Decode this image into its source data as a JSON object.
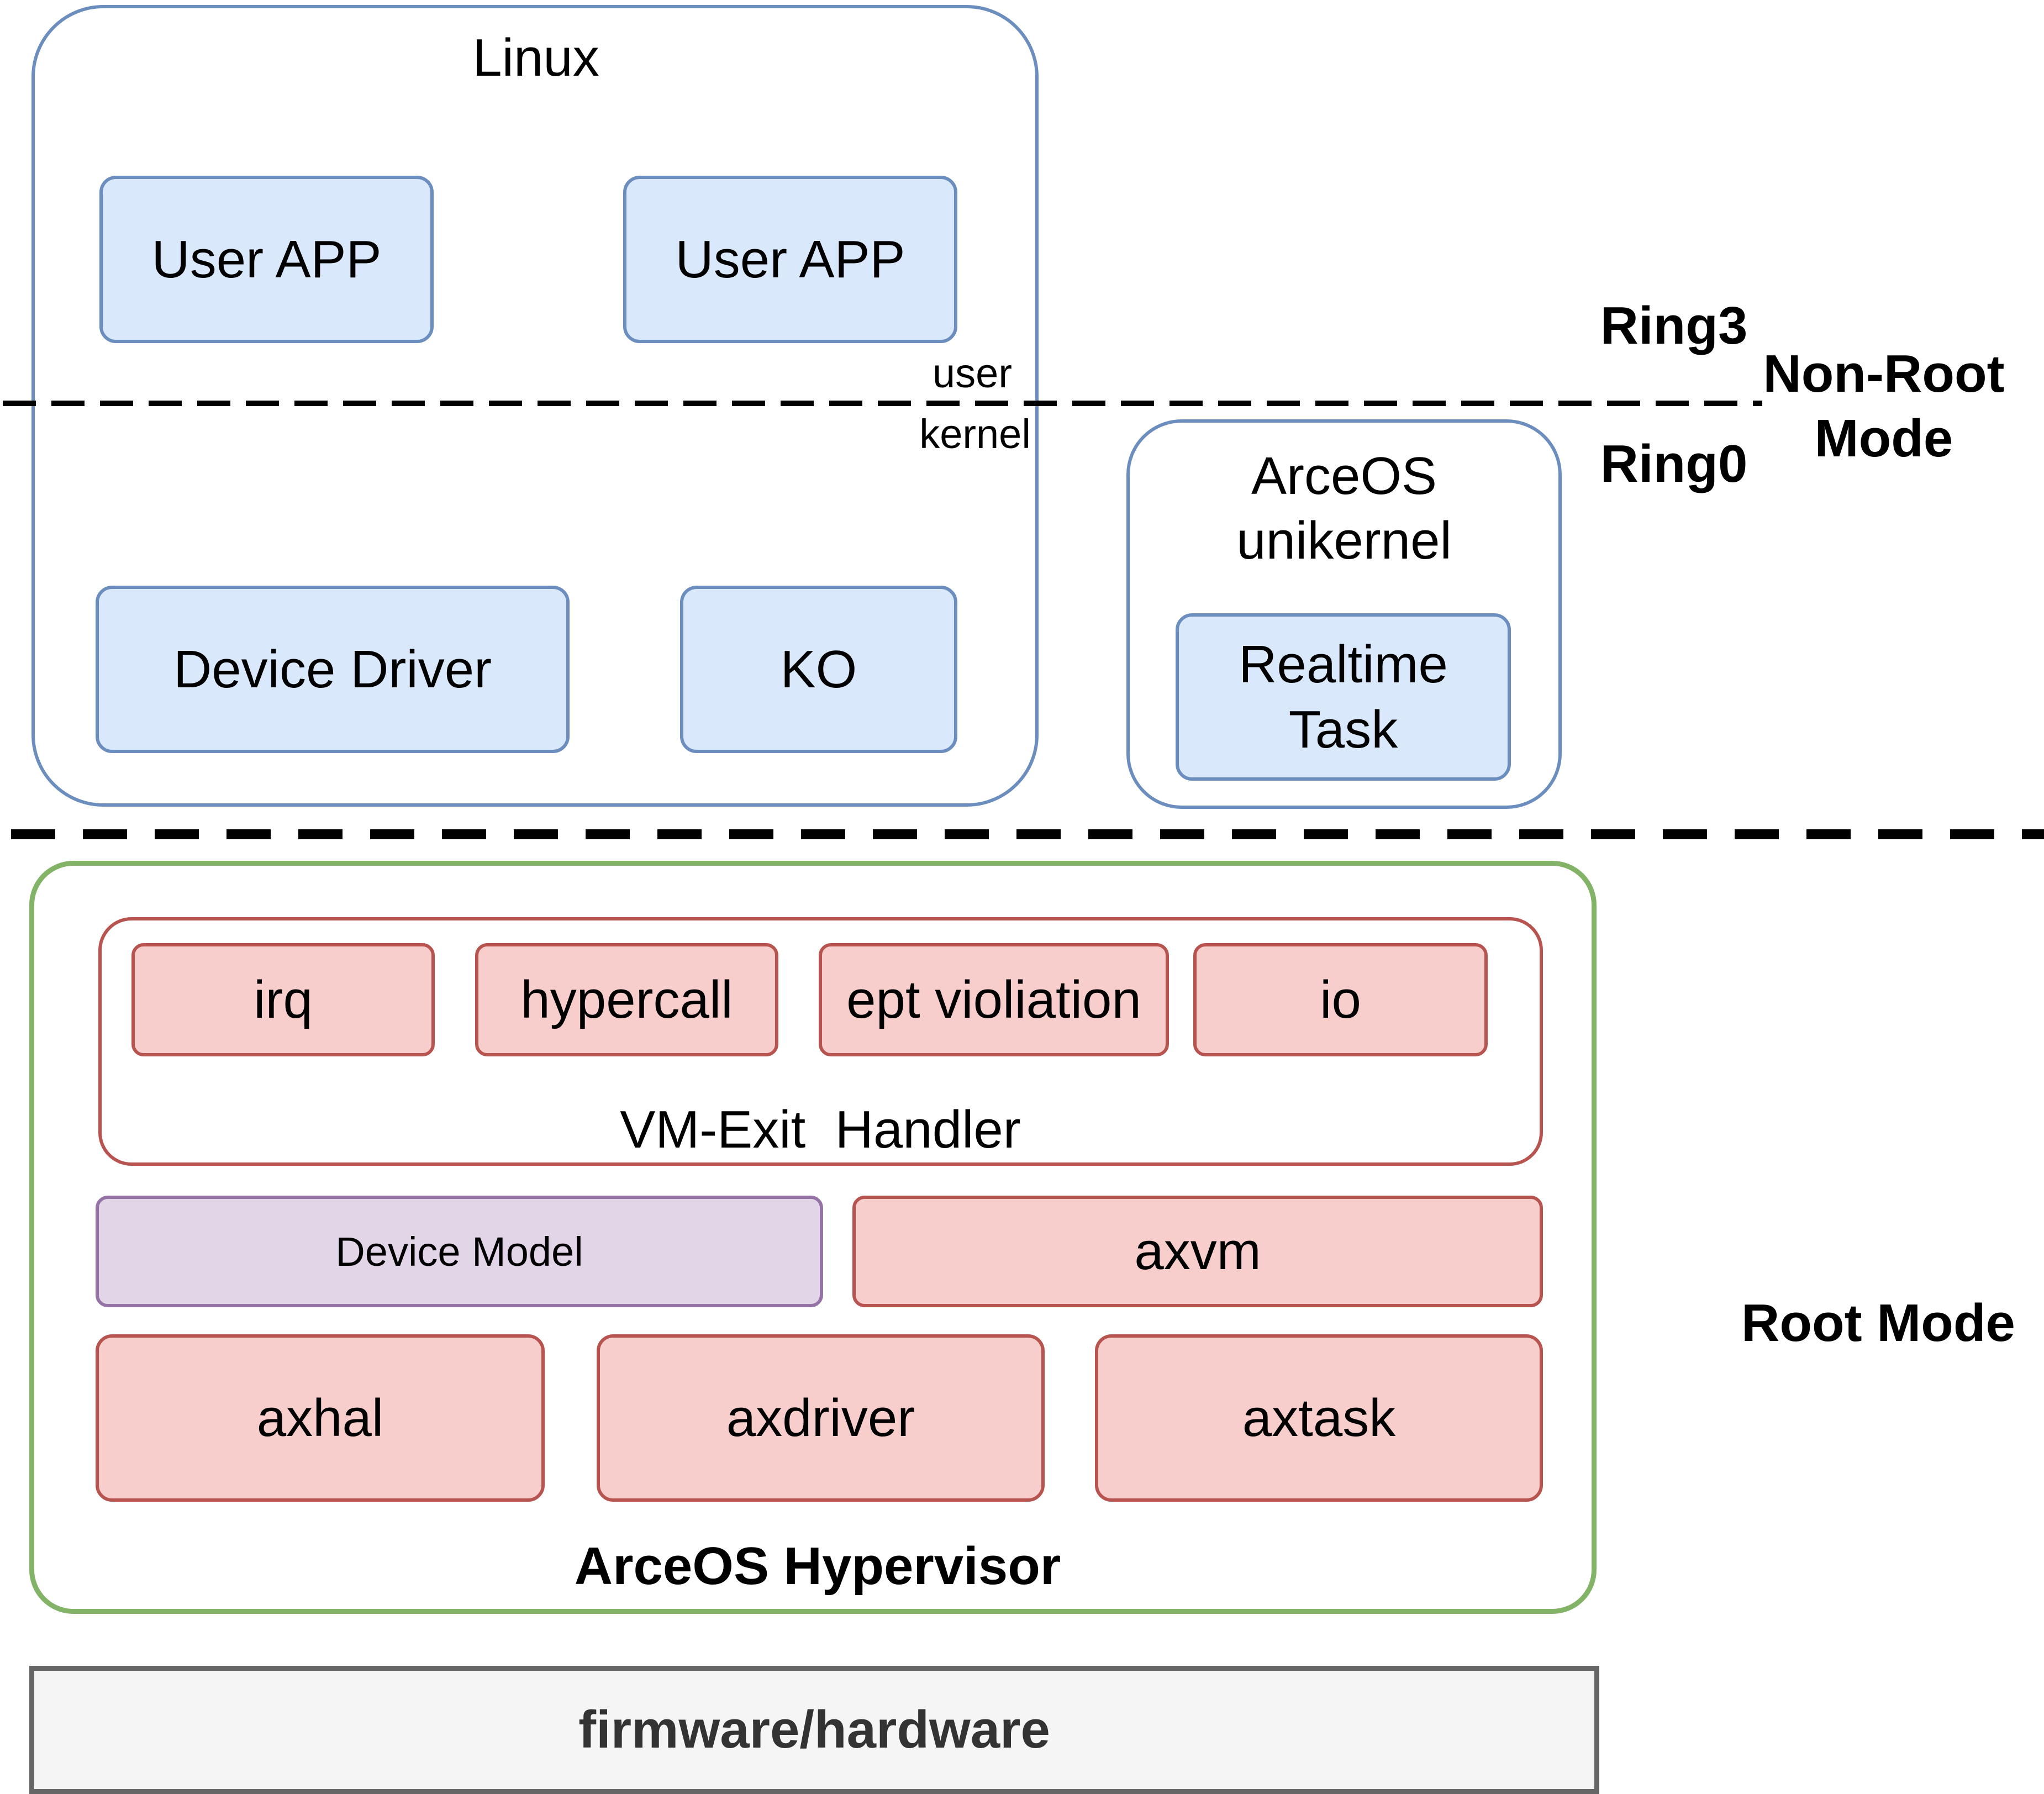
{
  "linux": {
    "title": "Linux",
    "user_app_1": "User APP",
    "user_app_2": "User APP",
    "label_user": "user",
    "label_kernel": "kernel",
    "device_driver": "Device Driver",
    "ko": "KO"
  },
  "arceos_unikernel": {
    "title_line1": "ArceOS",
    "title_line2": "unikernel",
    "task_line1": "Realtime",
    "task_line2": "Task"
  },
  "rings": {
    "ring3": "Ring3",
    "ring0": "Ring0",
    "non_root_line1": "Non-Root",
    "non_root_line2": "Mode",
    "root_mode": "Root Mode"
  },
  "hypervisor": {
    "title": "ArceOS Hypervisor",
    "vm_exit": {
      "label": "VM-Exit  Handler",
      "items": [
        "irq",
        "hypercall",
        "ept violiation",
        "io"
      ]
    },
    "device_model": "Device Model",
    "axvm": "axvm",
    "axhal": "axhal",
    "axdriver": "axdriver",
    "axtask": "axtask"
  },
  "firmware": "firmware/hardware",
  "colors": {
    "blue_stroke": "#6c8ebf",
    "blue_fill": "#dae8fc",
    "red_stroke": "#b85450",
    "red_fill": "#f8cecc",
    "purple_stroke": "#9673a6",
    "purple_fill": "#e1d5e7",
    "green_stroke": "#82b366",
    "gray_stroke": "#666666",
    "gray_fill": "#f5f5f5"
  }
}
